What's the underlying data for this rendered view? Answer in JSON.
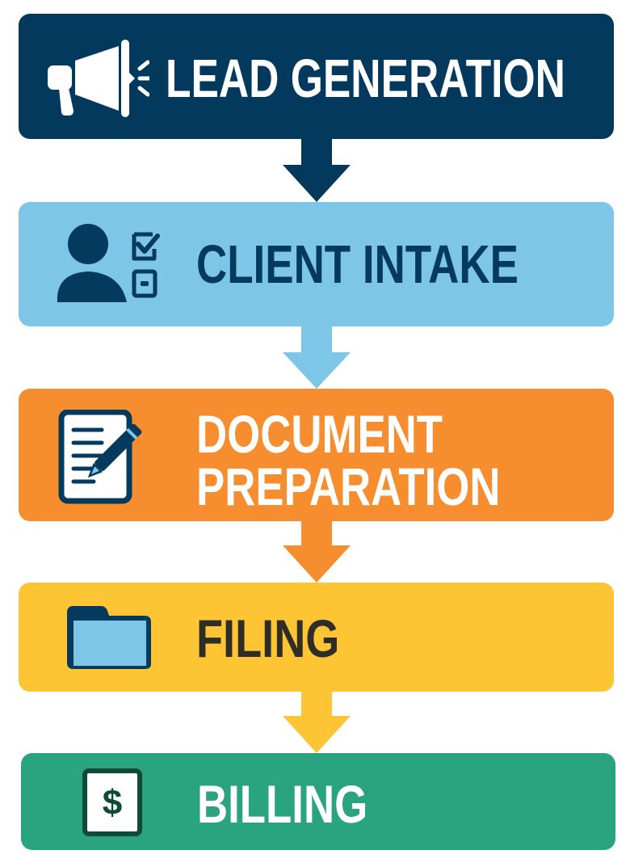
{
  "diagram": {
    "type": "vertical-flowchart",
    "steps": [
      {
        "label": "LEAD GENERATION",
        "icon": "megaphone-icon",
        "bg": "#04395e",
        "text_color": "#ffffff"
      },
      {
        "label": "CLIENT INTAKE",
        "icon": "user-checklist-icon",
        "bg": "#7ec6e7",
        "text_color": "#033a5e"
      },
      {
        "label_line1": "DOCUMENT",
        "label_line2": "PREPARATION",
        "icon": "document-pencil-icon",
        "bg": "#f68d2e",
        "text_color": "#ffffff"
      },
      {
        "label": "FILING",
        "icon": "folder-icon",
        "bg": "#fdc433",
        "text_color": "#2e2d27"
      },
      {
        "label": "BILLING",
        "icon": "dollar-bill-icon",
        "bg": "#2aa37f",
        "text_color": "#ffffff"
      }
    ],
    "arrows": [
      {
        "from": "LEAD GENERATION",
        "to": "CLIENT INTAKE",
        "color": "#04395e"
      },
      {
        "from": "CLIENT INTAKE",
        "to": "DOCUMENT PREPARATION",
        "color": "#7ec6e7"
      },
      {
        "from": "DOCUMENT PREPARATION",
        "to": "FILING",
        "color": "#f68d2e"
      },
      {
        "from": "FILING",
        "to": "BILLING",
        "color": "#fdc433"
      }
    ]
  }
}
